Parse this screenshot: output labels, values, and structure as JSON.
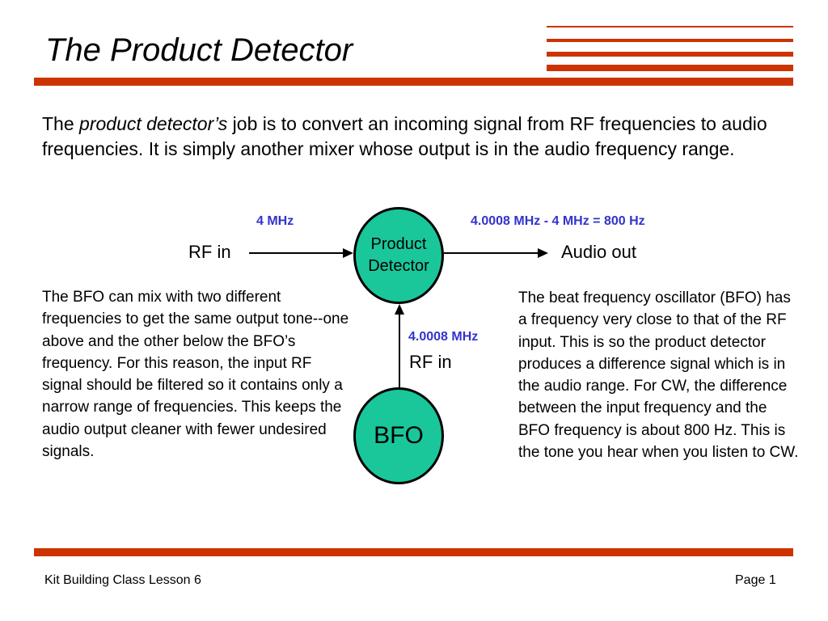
{
  "title": "The Product Detector",
  "intro": {
    "prefix": "The ",
    "emphasis": "product detector’s",
    "rest": " job is to convert an incoming signal from RF frequencies to audio frequencies. It is simply another mixer whose output is in the audio frequency range."
  },
  "diagram": {
    "rf_freq": "4 MHz",
    "output_freq": "4.0008 MHz - 4 MHz = 800 Hz",
    "rf_in": "RF in",
    "audio_out": "Audio out",
    "product_detector_line1": "Product",
    "product_detector_line2": "Detector",
    "bfo_freq": "4.0008 MHz",
    "bfo_rf_in": "RF in",
    "bfo": "BFO"
  },
  "left_paragraph": "The BFO can mix with two different frequencies to get the same output tone--one above and the other below the BFO’s frequency. For this reason, the input RF signal should be filtered so it contains only a narrow range of frequencies. This keeps the audio output cleaner with fewer undesired signals.",
  "right_paragraph": "The beat frequency oscillator (BFO) has a frequency very close to that of the RF input. This is so the product detector produces a difference signal which is in the audio range. For CW, the difference between the input frequency and the BFO frequency is about 800 Hz. This is the tone you hear when you listen to CW.",
  "footer": {
    "course": "Kit Building Class Lesson 6",
    "page": "Page 1"
  },
  "colors": {
    "accent_stripe": "#cc3300",
    "node_fill": "#19c79b",
    "label_blue": "#3333cc"
  }
}
